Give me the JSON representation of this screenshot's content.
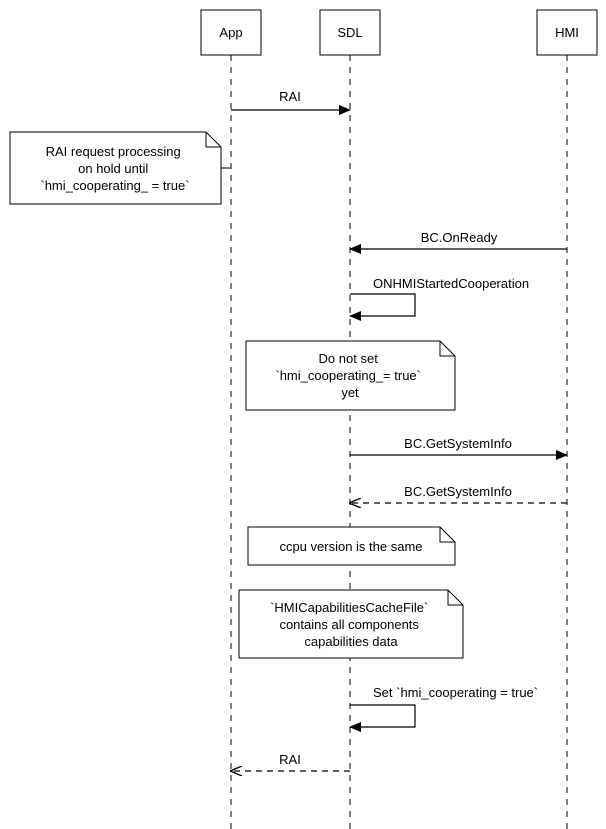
{
  "participants": {
    "app": {
      "label": "App"
    },
    "sdl": {
      "label": "SDL"
    },
    "hmi": {
      "label": "HMI"
    }
  },
  "messages": {
    "rai_request": {
      "label": "RAI"
    },
    "bc_on_ready": {
      "label": "BC.OnReady"
    },
    "on_hmi_started_cooperation": {
      "label": "ONHMIStartedCooperation"
    },
    "get_system_info_request": {
      "label": "BC.GetSystemInfo"
    },
    "get_system_info_response": {
      "label": "BC.GetSystemInfo"
    },
    "set_hmi_cooperating": {
      "label": "Set `hmi_cooperating = true`"
    },
    "rai_response": {
      "label": "RAI"
    }
  },
  "notes": {
    "rai_on_hold": {
      "lines": [
        "RAI request processing",
        "on hold until",
        "`hmi_cooperating_ = true`"
      ]
    },
    "do_not_set": {
      "lines": [
        "Do not set",
        "`hmi_cooperating_= true`",
        "yet"
      ]
    },
    "ccpu_same": {
      "lines": [
        "ccpu version is the same"
      ]
    },
    "cache_file": {
      "lines": [
        "`HMICapabilitiesCacheFile`",
        "contains all components",
        "capabilities data"
      ]
    }
  },
  "colors": {
    "stroke": "#000000",
    "background": "#ffffff"
  }
}
